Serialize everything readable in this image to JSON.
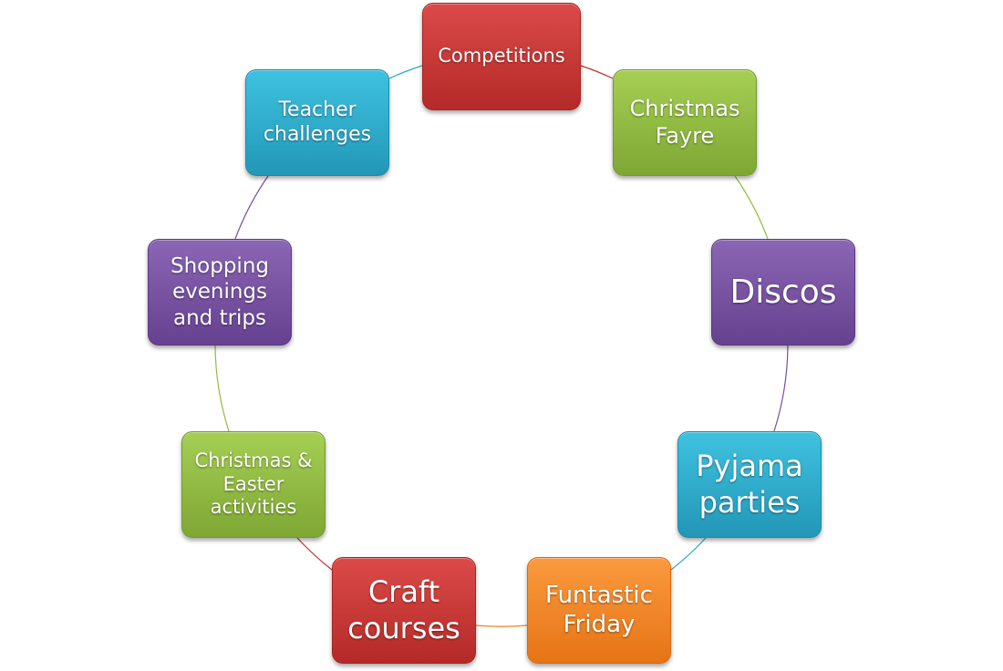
{
  "diagram": {
    "type": "cycle",
    "nodes": [
      {
        "id": "competitions",
        "label": "Competitions",
        "color": "#c5302e"
      },
      {
        "id": "christmas-fayre",
        "label": "Christmas Fayre",
        "color": "#8fbc3e"
      },
      {
        "id": "discos",
        "label": "Discos",
        "color": "#7650a0"
      },
      {
        "id": "pyjama-parties",
        "label": "Pyjama parties",
        "color": "#2aa8c8"
      },
      {
        "id": "funtastic-friday",
        "label": "Funtastic Friday",
        "color": "#f08427"
      },
      {
        "id": "craft-courses",
        "label": "Craft courses",
        "color": "#c5302e"
      },
      {
        "id": "christmas-easter-activities",
        "label": "Christmas & Easter activities",
        "color": "#8fbc3e"
      },
      {
        "id": "shopping-evenings",
        "label": "Shopping evenings and trips",
        "color": "#7650a0"
      },
      {
        "id": "teacher-challenges",
        "label": "Teacher challenges",
        "color": "#2aa8c8"
      }
    ],
    "connector_colors": [
      "#c5302e",
      "#8fbc3e",
      "#7650a0",
      "#2aa8c8",
      "#f08427",
      "#c5302e",
      "#8fbc3e",
      "#7650a0",
      "#2aa8c8"
    ]
  }
}
